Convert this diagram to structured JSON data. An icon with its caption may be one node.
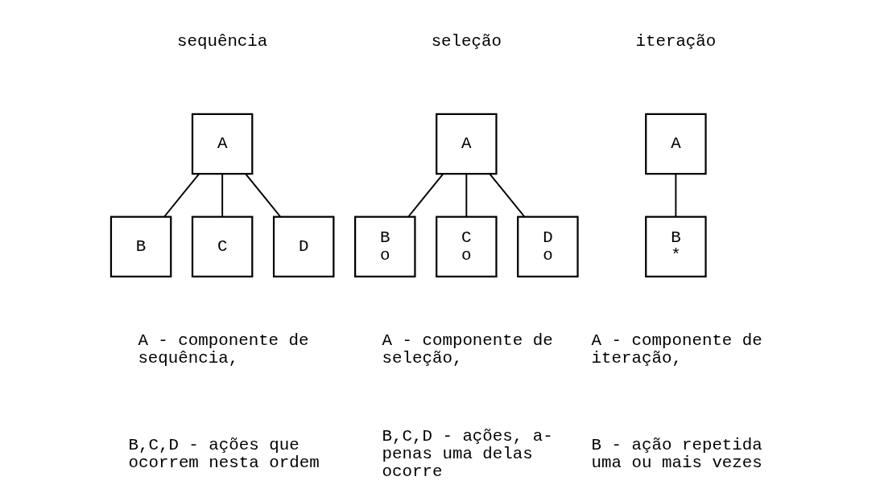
{
  "diagram": {
    "nodes": [
      {
        "text": [
          "A"
        ]
      },
      {
        "text": [
          "B"
        ]
      },
      {
        "text": [
          "C"
        ]
      },
      {
        "text": [
          "D"
        ]
      },
      {
        "text": [
          "A"
        ]
      },
      {
        "text": [
          "B",
          "o"
        ]
      },
      {
        "text": [
          "C",
          "o"
        ]
      },
      {
        "text": [
          "D",
          "o"
        ]
      },
      {
        "text": [
          "A"
        ]
      },
      {
        "text": [
          "B",
          "*"
        ]
      }
    ],
    "edges": [
      {
        "from": 0,
        "to": 1,
        "arrow": "none"
      },
      {
        "from": 0,
        "to": 2,
        "arrow": "none"
      },
      {
        "from": 0,
        "to": 3,
        "arrow": "none"
      },
      {
        "from": 4,
        "to": 5,
        "arrow": "none"
      },
      {
        "from": 4,
        "to": 6,
        "arrow": "none"
      },
      {
        "from": 4,
        "to": 7,
        "arrow": "none"
      },
      {
        "from": 8,
        "to": 9,
        "arrow": "none"
      }
    ],
    "labels": [
      "sequência",
      "seleção",
      "iteração",
      "A - componente de sequência,",
      "A - componente de seleção,",
      "A - componente de iteração,",
      "B,C,D - ações que ocorrem nesta ordem",
      "B,C,D - ações, a- penas uma delas ocorre",
      "B - ação repetida uma ou mais vezes"
    ]
  }
}
